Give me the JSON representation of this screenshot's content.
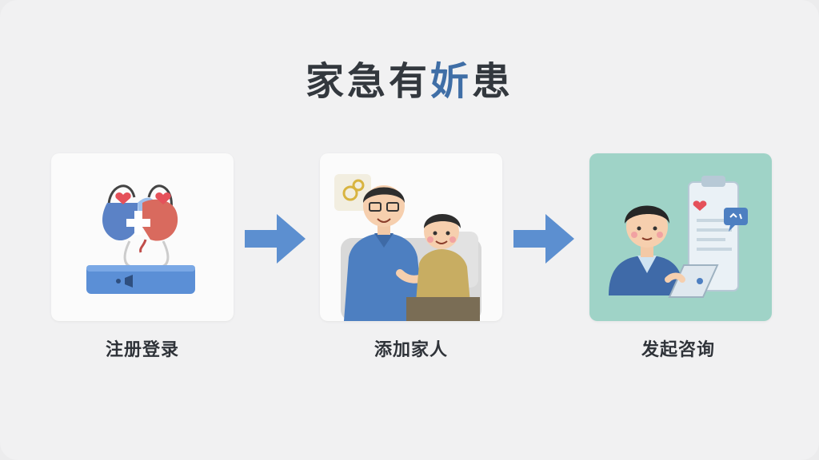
{
  "title": {
    "main": "家急有",
    "accent": "妡",
    "end": "患"
  },
  "steps": [
    {
      "label": "注册登录",
      "icon": "medical-heart-login-icon"
    },
    {
      "label": "添加家人",
      "icon": "family-members-icon"
    },
    {
      "label": "发起咨询",
      "icon": "doctor-consultation-icon"
    }
  ],
  "colors": {
    "accent": "#3f6ea6",
    "arrow": "#5c8fd0",
    "teal_bg": "#9fd3c7"
  }
}
